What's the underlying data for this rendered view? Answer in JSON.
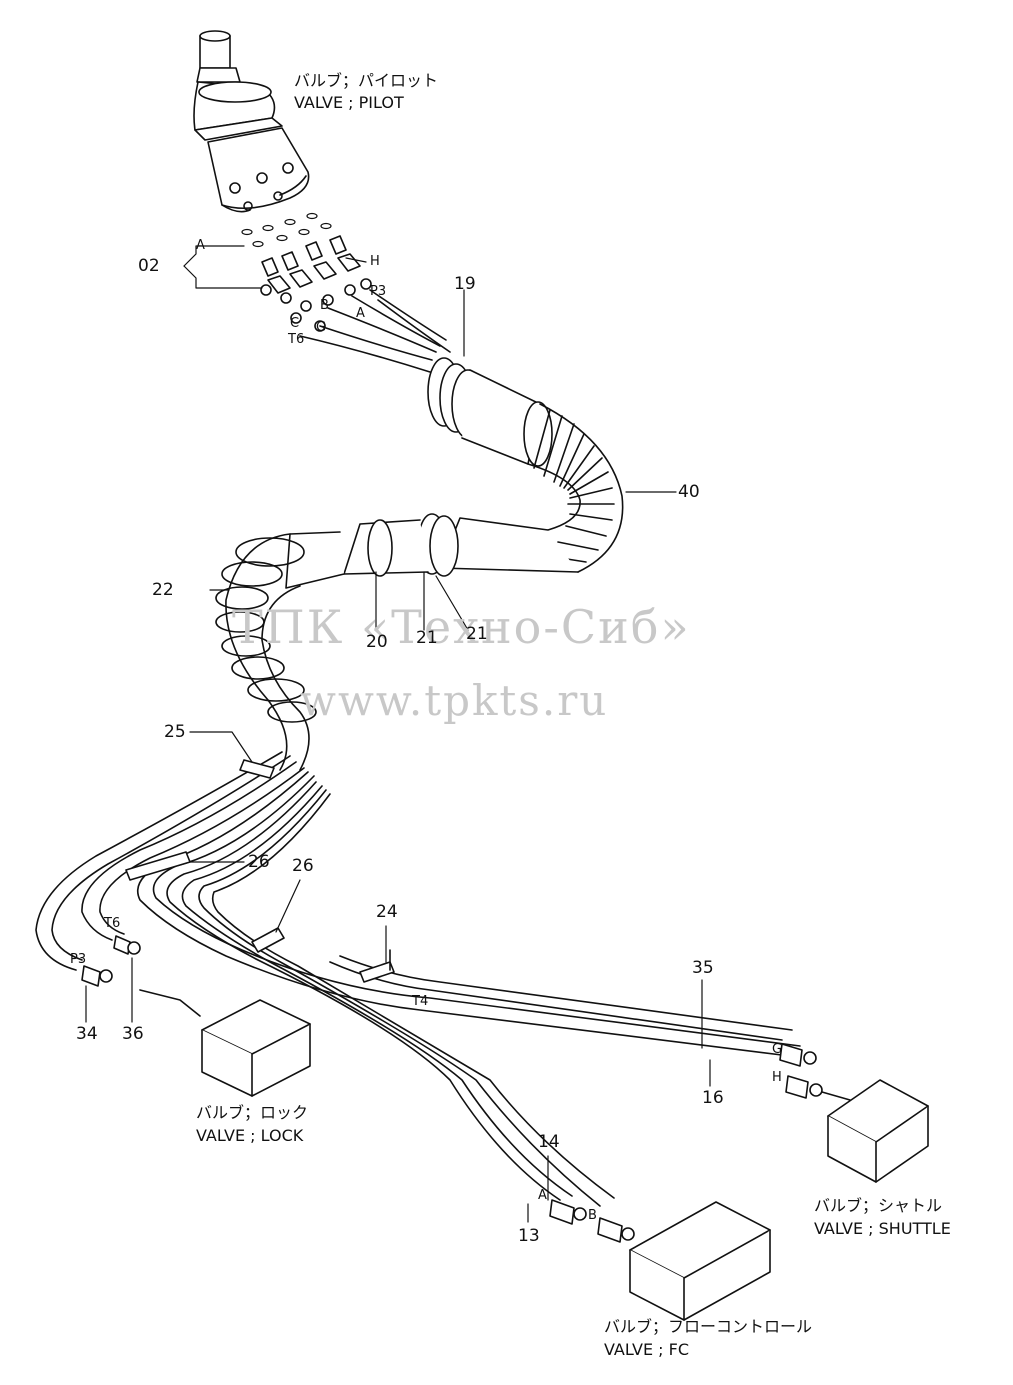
{
  "watermark": {
    "line1": "ТПК «Техно-Сиб»",
    "line2": "www.tpkts.ru"
  },
  "captions": {
    "pilot": {
      "jp": "バルブ；パイロット",
      "en": "VALVE ; PILOT"
    },
    "lock": {
      "jp": "バルブ；ロック",
      "en": "VALVE ; LOCK"
    },
    "shuttle": {
      "jp": "バルブ；シャトル",
      "en": "VALVE ; SHUTTLE"
    },
    "fc": {
      "jp": "バルブ；フローコントロール",
      "en": "VALVE ; FC"
    }
  },
  "part_numbers": {
    "p02": "02",
    "p19": "19",
    "p40": "40",
    "p22": "22",
    "p20": "20",
    "p21a": "21",
    "p21b": "21",
    "p25": "25",
    "p26a": "26",
    "p26b": "26",
    "p24": "24",
    "p35": "35",
    "p16": "16",
    "p34": "34",
    "p36": "36",
    "p14": "14",
    "p13": "13"
  },
  "port_labels": {
    "A_top": "A",
    "H_top": "H",
    "P3_top": "P3",
    "B_top": "B",
    "A_mid": "A",
    "C_top": "C",
    "G_top": "G",
    "T6_top": "T6",
    "T6_bot": "T6",
    "P3_bot": "P3",
    "T4": "T4",
    "G_shuttle": "G",
    "H_shuttle": "H",
    "A_fc": "A",
    "B_fc": "B"
  },
  "colors": {
    "line": "#111111",
    "watermark": "#c8c8c8",
    "background": "#ffffff"
  }
}
